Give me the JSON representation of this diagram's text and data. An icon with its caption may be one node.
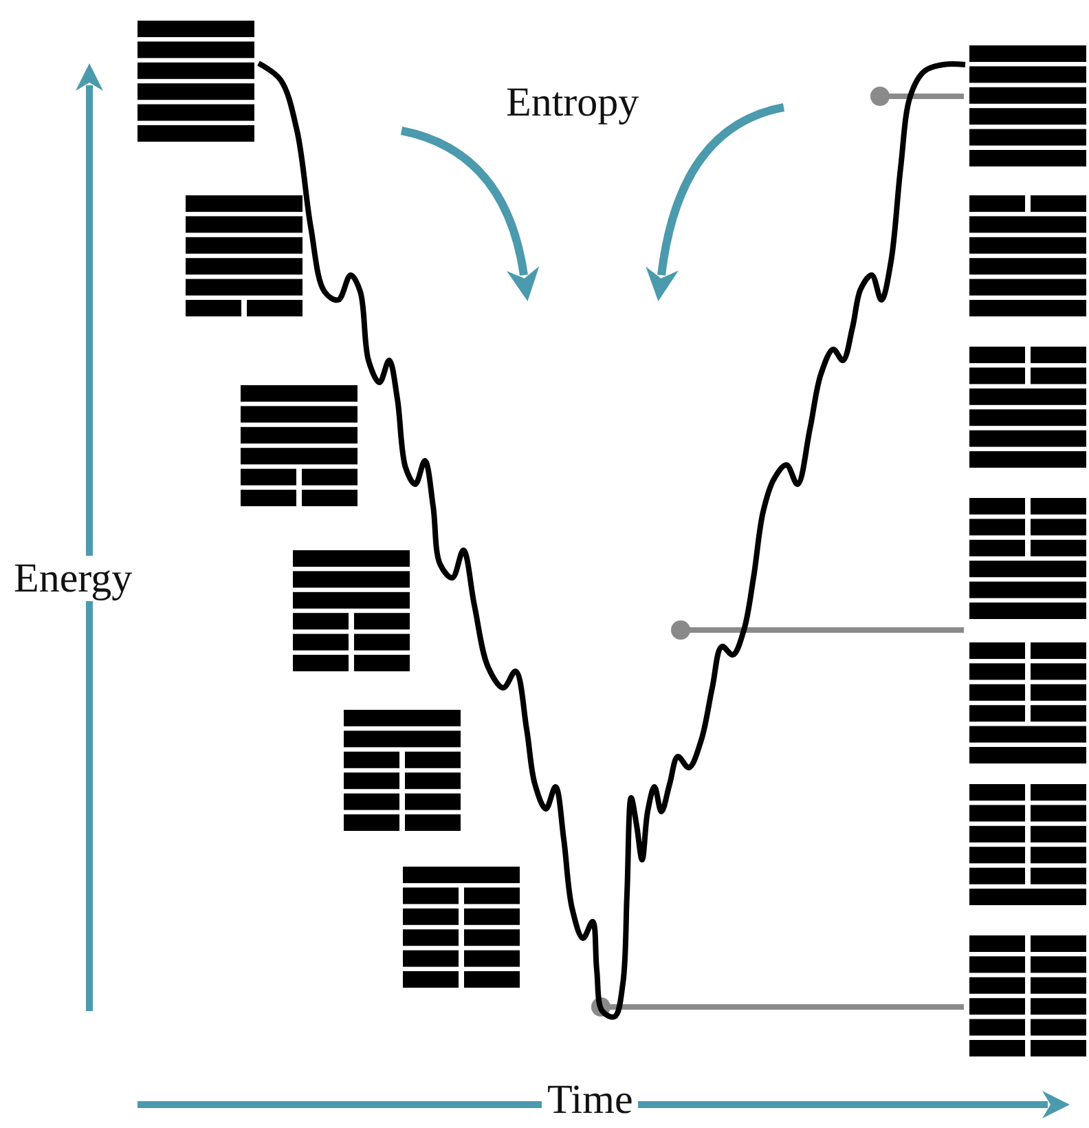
{
  "diagram": {
    "nodes": [
      {
        "text": [],
        "shape": "hexagram"
      },
      {
        "text": [],
        "shape": "hexagram"
      },
      {
        "text": [],
        "shape": "hexagram"
      },
      {
        "text": [],
        "shape": "hexagram"
      },
      {
        "text": [],
        "shape": "hexagram"
      },
      {
        "text": [],
        "shape": "hexagram"
      },
      {
        "text": [],
        "shape": "hexagram"
      },
      {
        "text": [],
        "shape": "hexagram"
      },
      {
        "text": [],
        "shape": "hexagram"
      },
      {
        "text": [],
        "shape": "hexagram"
      },
      {
        "text": [],
        "shape": "hexagram"
      },
      {
        "text": [],
        "shape": "hexagram"
      },
      {
        "text": [],
        "shape": "hexagram"
      }
    ],
    "edges": [
      {
        "from": null,
        "to": 6,
        "arrow": "other"
      },
      {
        "from": null,
        "to": 10,
        "arrow": "other"
      },
      {
        "from": null,
        "to": 12,
        "arrow": "other"
      },
      {
        "from": 0,
        "to": 6,
        "arrow": "none",
        "color": "#000000"
      }
    ],
    "labels": [
      "Entropy",
      "Energy",
      "Time"
    ]
  }
}
